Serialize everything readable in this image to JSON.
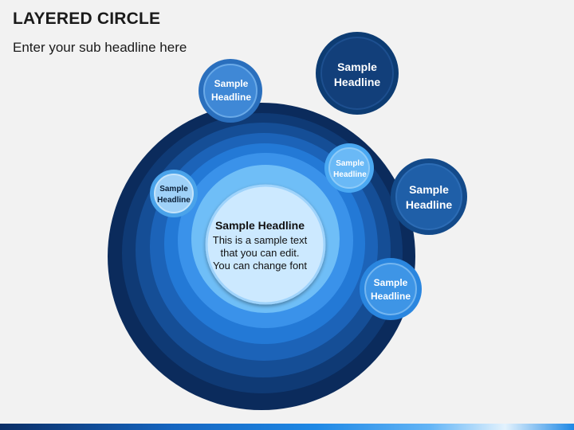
{
  "header": {
    "title": "LAYERED CIRCLE",
    "subtitle": "Enter your sub headline here"
  },
  "center": {
    "heading": "Sample Headline",
    "lines": [
      "This is a sample text",
      "that you can edit.",
      "You can change font"
    ]
  },
  "nodes": [
    {
      "line1": "Sample",
      "line2": "Headline"
    },
    {
      "line1": "Sample",
      "line2": "Headline"
    },
    {
      "line1": "Sample",
      "line2": "Headline"
    },
    {
      "line1": "Sample",
      "line2": "Headline"
    },
    {
      "line1": "Sample",
      "line2": "Headline"
    },
    {
      "line1": "Sample",
      "line2": "Headline"
    }
  ],
  "colors": {
    "background": "#f2f2f2",
    "ring_outer": "#0b2b5c",
    "ring_inner": "#6fbef7",
    "center_fill": "#cce9ff",
    "node_dark": "#0d3c73",
    "node_mid": "#1f5fa8",
    "node_light": "#4aa8f2"
  }
}
